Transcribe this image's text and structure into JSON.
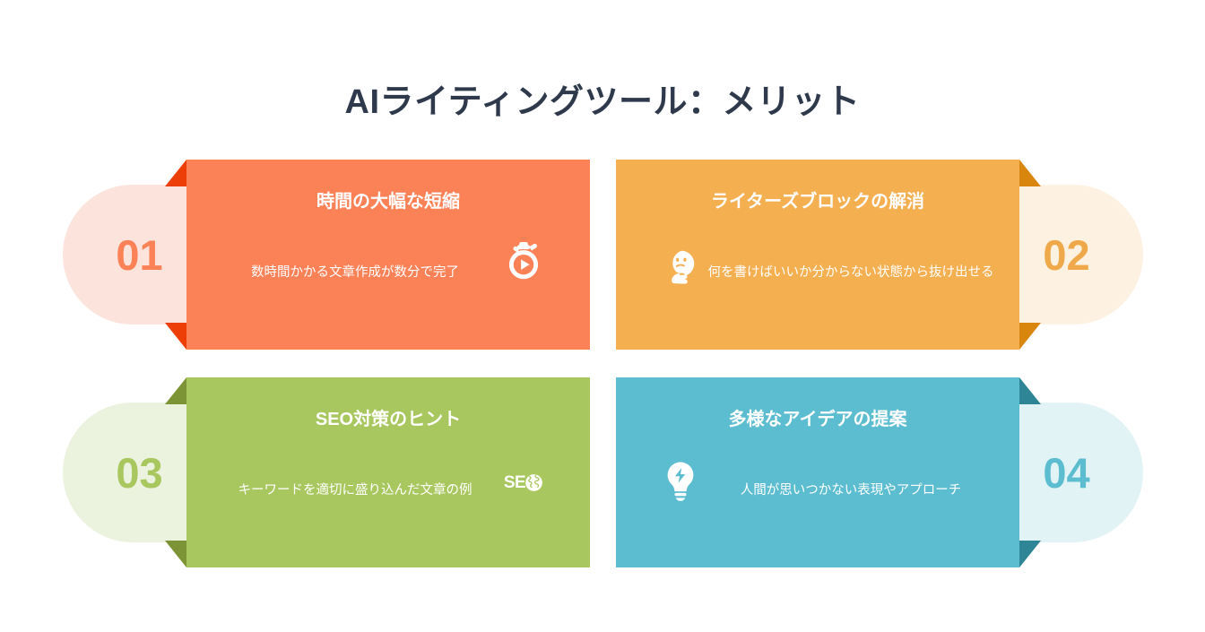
{
  "title": "AIライティングツール：メリット",
  "cards": [
    {
      "number": "01",
      "title": "時間の大幅な短縮",
      "desc": "数時間かかる文章作成が数分で完了",
      "icon": "stopwatch-icon",
      "color": "#FB8157",
      "fold_color": "#EC3E06",
      "capsule_color": "#FCE3DC",
      "number_color": "#FB8157"
    },
    {
      "number": "02",
      "title": "ライターズブロックの解消",
      "desc": "何を書けばいいか分からない状態から抜け出せる",
      "icon": "thinking-face-icon",
      "color": "#F4AF51",
      "fold_color": "#D8860E",
      "capsule_color": "#FDF1E2",
      "number_color": "#F0A94A"
    },
    {
      "number": "03",
      "title": "SEO対策のヒント",
      "desc": "キーワードを適切に盛り込んだ文章の例",
      "icon": "seo-globe-icon",
      "icon_text": "SE",
      "color": "#A9C75F",
      "fold_color": "#7D9436",
      "capsule_color": "#EBF2DE",
      "number_color": "#A9C75F"
    },
    {
      "number": "04",
      "title": "多様なアイデアの提案",
      "desc": "人間が思いつかない表現やアプローチ",
      "icon": "lightbulb-bolt-icon",
      "color": "#5CBDD0",
      "fold_color": "#2E8596",
      "capsule_color": "#E2F3F5",
      "number_color": "#5CBDD0"
    }
  ]
}
